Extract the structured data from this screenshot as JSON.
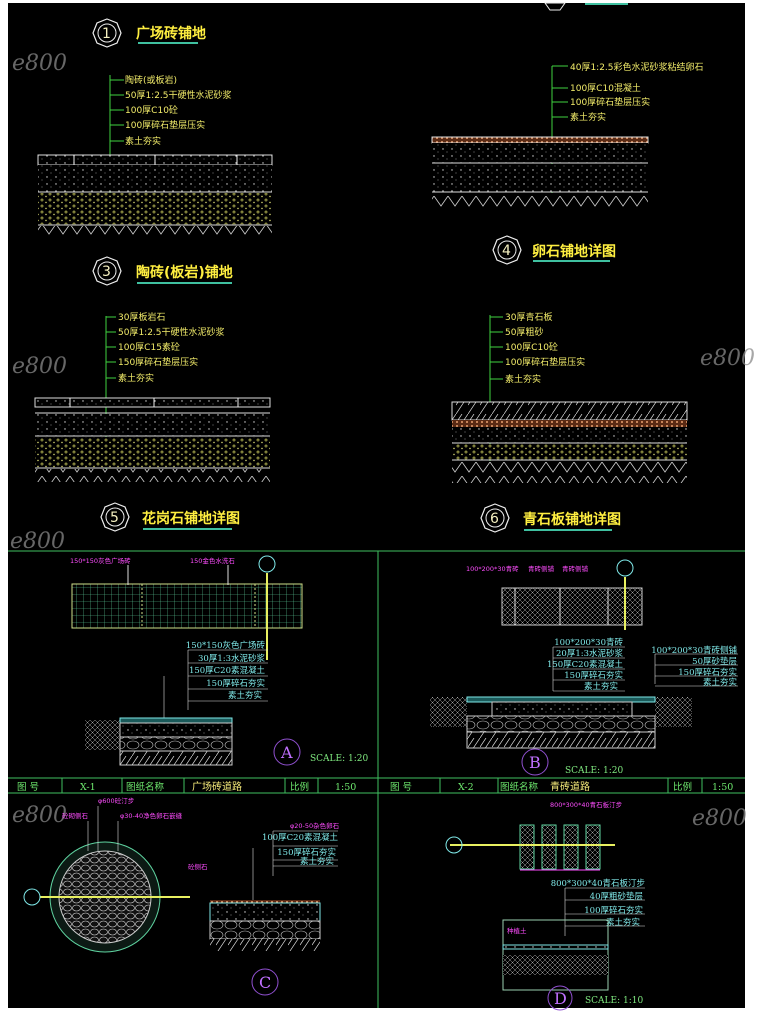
{
  "watermark": "e800",
  "colors": {
    "background": "#000000",
    "leader": "#3fd23f",
    "label": "#f2ec6a",
    "title": "#ffef40",
    "cyan": "#7fe8e8",
    "magenta": "#ff4dff",
    "frame": "#3fbf5f"
  },
  "details": {
    "d1": {
      "num": "1",
      "title": "广场砖铺地",
      "labels": [
        "陶砖(或板岩)",
        "50厚1:2.5干硬性水泥砂浆",
        "100厚C10砼",
        "100厚碎石垫层压实",
        "素土夯实"
      ]
    },
    "d2": {
      "labels": [
        "40厚1:2.5彩色水泥砂浆粘结卵石",
        "100厚C10混凝土",
        "100厚碎石垫层压实",
        "素土夯实"
      ]
    },
    "d4": {
      "num": "4",
      "title": "卵石铺地详图"
    },
    "d3": {
      "num": "3",
      "title": "陶砖(板岩)铺地",
      "labels": [
        "30厚板岩石",
        "50厚1:2.5干硬性水泥砂浆",
        "100厚C15素砼",
        "150厚碎石垫层压实",
        "素土夯实"
      ]
    },
    "d6s": {
      "labels": [
        "30厚青石板",
        "50厚粗砂",
        "100厚C10砼",
        "100厚碎石垫层压实",
        "素土夯实"
      ]
    },
    "d5": {
      "num": "5",
      "title": "花岗石铺地详图"
    },
    "d6": {
      "num": "6",
      "title": "青石板铺地详图"
    }
  },
  "panels": {
    "A": {
      "marker": "A",
      "scale": "SCALE: 1:20",
      "plan_labels": [
        "150*150灰色广场砖",
        "150金色水洗石"
      ],
      "layers": [
        "150*150灰色广场砖",
        "30厚1:3水泥砂浆",
        "150厚C20素混凝土",
        "150厚碎石夯实",
        "素土夯实"
      ]
    },
    "B": {
      "marker": "B",
      "scale": "SCALE: 1:20",
      "plan_labels": [
        "100*200*30青砖",
        "青砖侧铺",
        "青砖侧铺"
      ],
      "layers": [
        "100*200*30青砖",
        "20厚1:3水泥砂浆",
        "150厚C20素混凝土",
        "150厚碎石夯实",
        "素土夯实"
      ],
      "layers_right": [
        "100*200*30青砖侧铺",
        "50厚砂垫层",
        "150厚碎石夯实",
        "素土夯实"
      ]
    },
    "C": {
      "marker": "C",
      "plan_labels": [
        "φ600砼汀步",
        "砼砌侧石",
        "φ30-40净色卵石嵌缝",
        "φ20-50杂色卵石",
        "砼侧石"
      ],
      "layers": [
        "100厚C20素混凝土",
        "150厚碎石夯实",
        "素土夯实"
      ]
    },
    "D": {
      "marker": "D",
      "scale": "SCALE: 1:10",
      "plan_labels": [
        "800*300*40青石板汀步",
        "种植土"
      ],
      "layers": [
        "800*300*40青石板汀步",
        "40厚粗砂垫层",
        "100厚碎石夯实",
        "素土夯实"
      ]
    }
  },
  "title_bar": {
    "left": {
      "no_label": "图  号",
      "no": "X-1",
      "name_label": "图纸名称",
      "name": "广场砖道路",
      "scale_label": "比例",
      "scale": "1:50"
    },
    "right": {
      "no_label": "图  号",
      "no": "X-2",
      "name_label": "图纸名称",
      "name": "青砖道路",
      "scale_label": "比例",
      "scale": "1:50"
    }
  }
}
